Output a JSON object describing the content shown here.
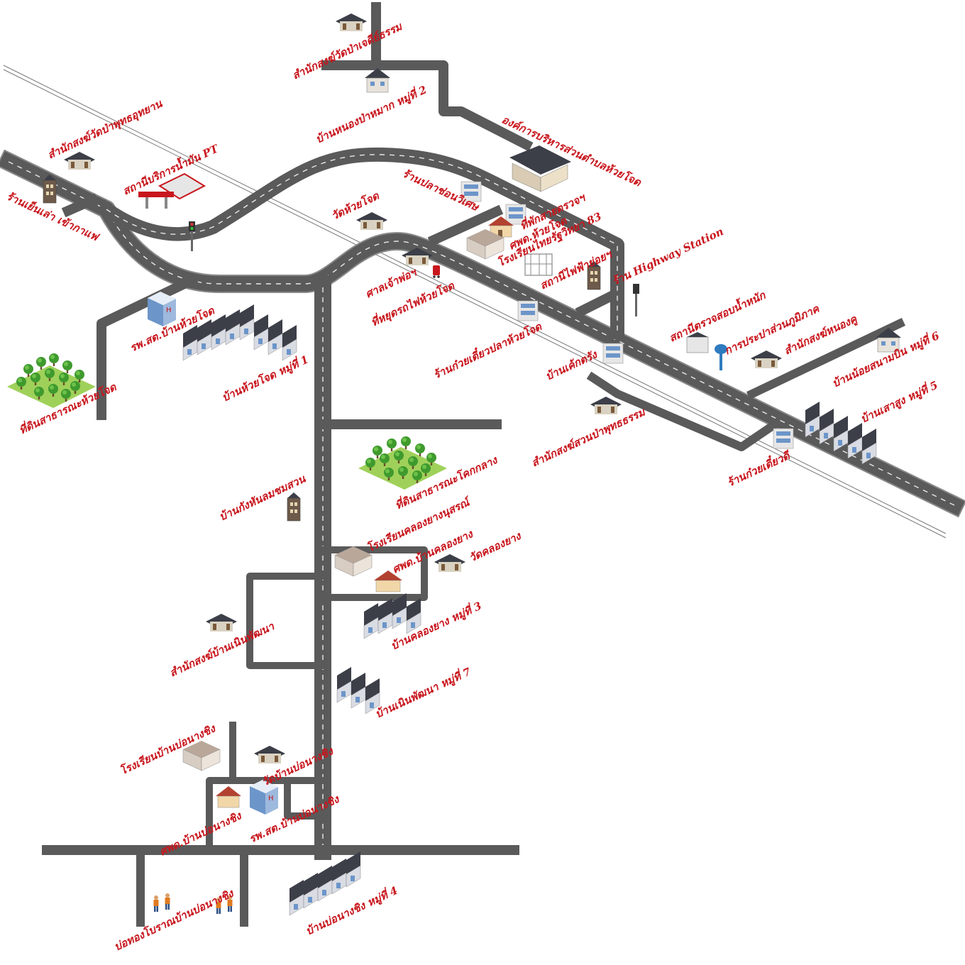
{
  "colors": {
    "label": "#c8161d",
    "road": "#5a5a5a",
    "rail": "#777777",
    "tree": "#3f9a2e",
    "grass": "#9fd15a",
    "roof": "#3c3f48",
    "hospital": "#6c95c9"
  },
  "labels": {
    "samnak_pa_chedi": "สำนักสงฆ์วัดป่าเจดีย์ธรรม",
    "ban_nong_pa_mak": "บ้านหนองป่าหมาก หมู่ที่ 2",
    "samnak_pa_phuttha": "สำนักสงฆ์วัดป่าพุทธอุทยาน",
    "sathani_pt": "สถานีบริการน้ำมัน PT",
    "ran_yen_sa": "ร้านเย็นเล่า เข้ากาแฟ",
    "obt_huai_chot": "องค์การบริหารส่วนตำบลห้วยโจด",
    "ran_pla_chom": "ร้านปลาช่อนวิเศษ",
    "wat_huai_chot": "วัดห้วยโจด",
    "police": "ที่พักสายตรวจฯ",
    "sppd_huai_chot": "ศพด.ห้วยโจด",
    "school_83": "โรงเรียนไทยรัฐวิทยา 83",
    "substation": "สถานีไฟฟ้าย่อยฯ",
    "highway_station": "ร้าน Highway Station",
    "sala_chao_pho": "ศาลเจ้าพ่อฯ",
    "train_stop": "ที่หยุดรถไฟห้วยโจด",
    "rph_huai_chot": "รพ.สต.บ้านห้วยโจด",
    "ban_huai_chot": "บ้านห้วยโจด หมู่ที่ 1",
    "public_land_huai_chot": "ที่ดินสาธารณะห้วยโจด",
    "ran_kuai_tiao_pla": "ร้านก๋วยเตี๋ยวปลาห้วยโจด",
    "weigh_station": "สถานีตรวจสอบน้ำหนัก",
    "water_supply": "การประปาส่วนภูมิภาค",
    "samnak_nong_khu": "สำนักสงฆ์หนองคู",
    "ban_cake": "บ้านเค้กตรัง",
    "ban_noi_sanam_bin": "บ้านน้อยสนามบิน หมู่ที่ 6",
    "ban_sao_sung": "บ้านเสาสูง หมู่ที่ 5",
    "samnak_suan_pa": "สำนักสงฆ์สวนป่าพุทธธรรม",
    "ran_kuai_tiao_di": "ร้านก๋วยเตี๋ยวดี",
    "public_land_khok_klang": "ที่ดินสาธารณะโคกกลาง",
    "ban_kang_han": "บ้านกังหันลมชมสวน",
    "school_khlong_yang": "โรงเรียนคลองยางนุสรณ์",
    "sppd_khlong_yang": "ศพด.บ้านคลองยาง",
    "wat_khlong_yang": "วัดคลองยาง",
    "ban_khlong_yang": "บ้านคลองยาง หมู่ที่ 3",
    "samnak_noen_phatthana": "สำนักสงฆ์บ้านเนินพัฒนา",
    "ban_noen_phatthana": "บ้านเนินพัฒนา หมู่ที่ 7",
    "school_bo_nang_ching": "โรงเรียนบ้านบ่อนางชิง",
    "wat_bo_nang_ching": "วัดบ้านบ่อนางชิง",
    "sppd_bo_nang_ching": "ศพด.บ้านบ่อนางชิง",
    "rph_bo_nang_ching": "รพ.สต.บ้านบ่อนางชิง",
    "ancient_gold_pond": "บ่อทองโบราณบ้านบ่อนางชิง",
    "ban_bo_nang_ching": "บ้านบ่อนางชิง หมู่ที่ 4"
  }
}
